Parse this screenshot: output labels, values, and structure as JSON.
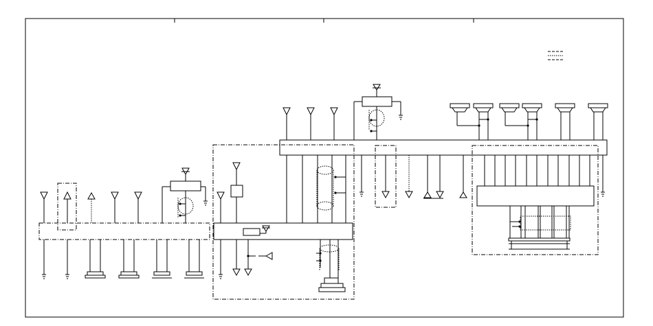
{
  "diagram": {
    "legend_text": "",
    "blocks": [
      {
        "id": "main-bus-right"
      },
      {
        "id": "main-bus-left"
      },
      {
        "id": "center-bus"
      },
      {
        "id": "ecu-right"
      },
      {
        "id": "top-component"
      },
      {
        "id": "mid-component"
      },
      {
        "id": "left-component"
      }
    ],
    "sections": [
      {
        "id": "section-left-dashed"
      },
      {
        "id": "section-center-dashed"
      },
      {
        "id": "section-right-dashed"
      }
    ]
  }
}
